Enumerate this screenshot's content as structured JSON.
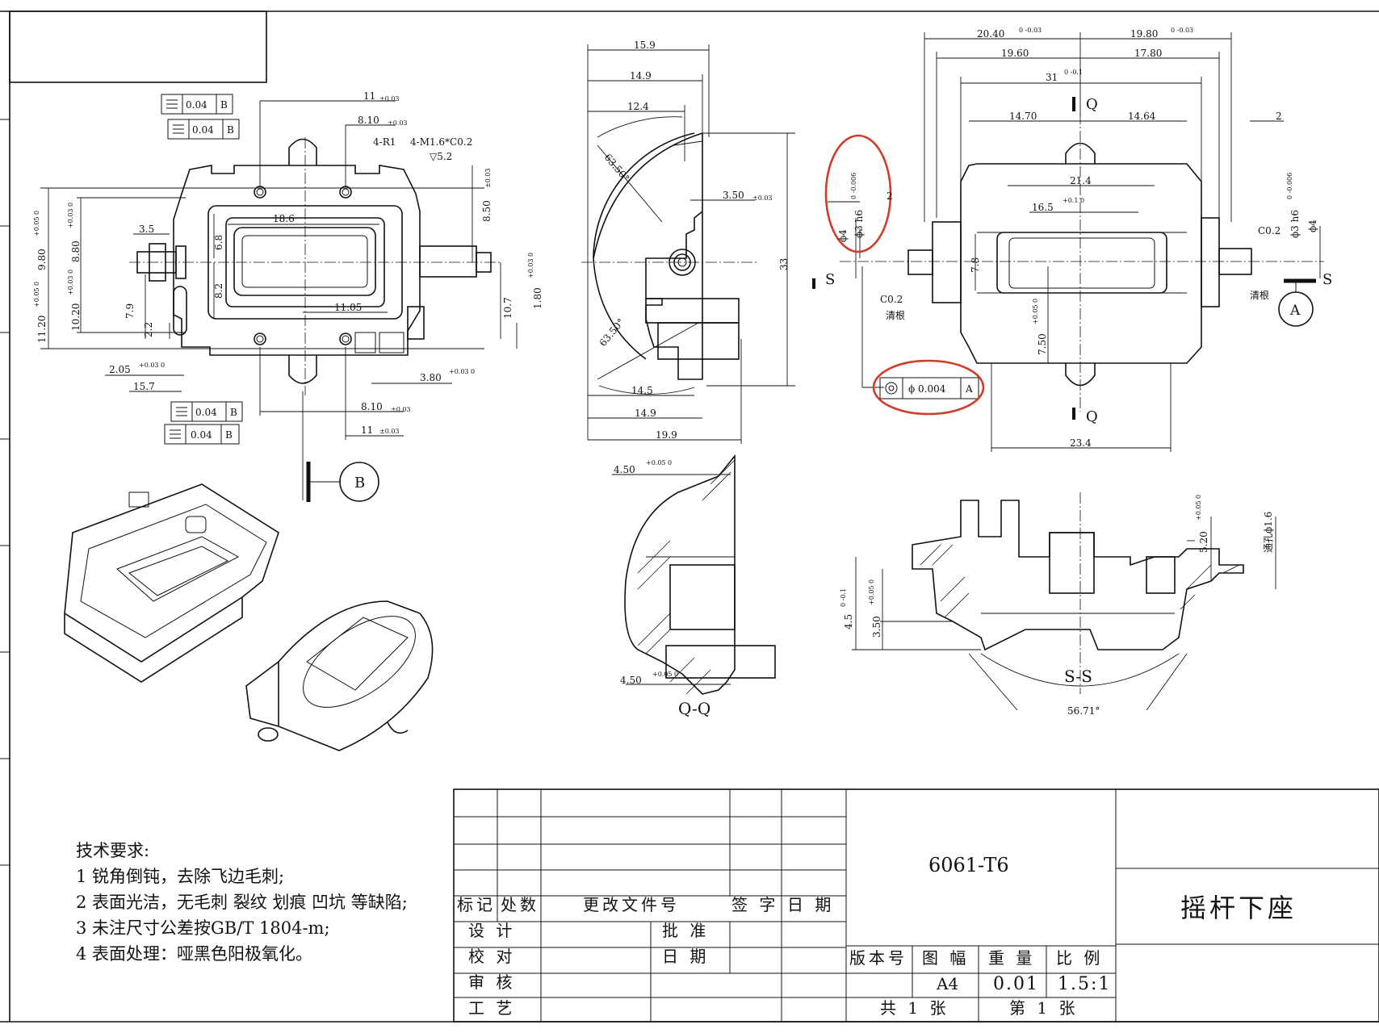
{
  "material": "6061-T6",
  "part_name": "摇杆下座",
  "tech_requirements": {
    "title": "技术要求:",
    "items": [
      "1 锐角倒钝，去除飞边毛刺;",
      "2 表面光洁，无毛刺 裂纹 划痕 凹坑 等缺陷;",
      "3 未注尺寸公差按GB/T 1804-m;",
      "4 表面处理：哑黑色阳极氧化。"
    ]
  },
  "title_block": {
    "revision_headers": [
      "标记",
      "处数",
      "更改文件号",
      "签 字",
      "日 期"
    ],
    "roles": [
      "设 计",
      "校 对",
      "审 核",
      "工 艺"
    ],
    "approve": "批 准",
    "date": "日 期",
    "info_headers": [
      "版本号",
      "图 幅",
      "重 量",
      "比 例"
    ],
    "info_values": [
      "",
      "A4",
      "0.01",
      "1.5:1"
    ],
    "sheets_total": "共 1 张",
    "sheet_no": "第 1 张"
  },
  "view_labels": {
    "section_q": "Q-Q",
    "section_s": "S-S",
    "cut_s": "S",
    "cut_q": "Q",
    "view_b": "B",
    "datum_a": "A"
  },
  "frames": {
    "tol_0_04": "0.04",
    "datum_b": "B",
    "tol_0_004": "ϕ 0.004",
    "datum_a": "A"
  },
  "dims_left": {
    "d11": "11",
    "d11_tol": "±0.03",
    "d810": "8.10",
    "d810_tol": "±0.03",
    "r1": "4-R1",
    "m16": "4-M1.6*C0.2",
    "depth": "▽5.2",
    "d850": "8.50",
    "d850_tol": "±0.03",
    "d186": "18.6",
    "d35": "3.5",
    "d68": "6.8",
    "d82": "8.2",
    "d79": "7.9",
    "d22": "2.2",
    "d1105": "11.05",
    "d107": "10.7",
    "d180": "1.80",
    "d180_tol": "+0.03 0",
    "d980": "9.80",
    "d980_tol": "+0.05 0",
    "d880": "8.80",
    "d880_tol": "+0.03 0",
    "d1120": "11.20",
    "d1120_tol": "+0.05 0",
    "d1020": "10.20",
    "d1020_tol": "+0.03 0",
    "d205": "2.05",
    "d205_tol": "+0.03 0",
    "d157": "15.7",
    "d380": "3.80",
    "d380_tol": "+0.03 0"
  },
  "dims_mid": {
    "d159": "15.9",
    "d149": "14.9",
    "d124": "12.4",
    "a6350": "63.50°",
    "a63": "63.50°",
    "d350": "3.50",
    "d350_tol": "±0.03",
    "d33": "33",
    "d145": "14.5",
    "d149b": "14.9",
    "d199": "19.9",
    "d450a": "4.50",
    "d450a_tol": "+0.05 0",
    "d450b": "4.50",
    "d450b_tol": "+0.05 0"
  },
  "dims_right": {
    "d2040": "20.40",
    "d2040_tol": "0 -0.03",
    "d1980": "19.80",
    "d1980_tol": "0 -0.03",
    "d1960": "19.60",
    "d1780": "17.80",
    "d31": "31",
    "d31_tol": "0 -0.1",
    "d1470": "14.70",
    "d1464": "14.64",
    "d2": "2",
    "d214": "21.4",
    "d165": "16.5",
    "d165_tol": "+0.1 0",
    "d78": "7.8",
    "phi3h6": "ϕ3 h6",
    "phi3h6_tol": "0 -0.006",
    "phi4": "ϕ4",
    "c02": "C0.2",
    "qinggen": "清根",
    "d750": "7.50",
    "d750_tol": "+0.05 0",
    "d234": "23.4",
    "d520": "5.20",
    "d520_tol": "+0.05 0",
    "through": "通孔ϕ1.6",
    "d45": "4.5",
    "d45_tol": "0 -0.1",
    "d350b": "3.50",
    "d350b_tol": "+0.05 0",
    "a5671": "56.71°"
  }
}
